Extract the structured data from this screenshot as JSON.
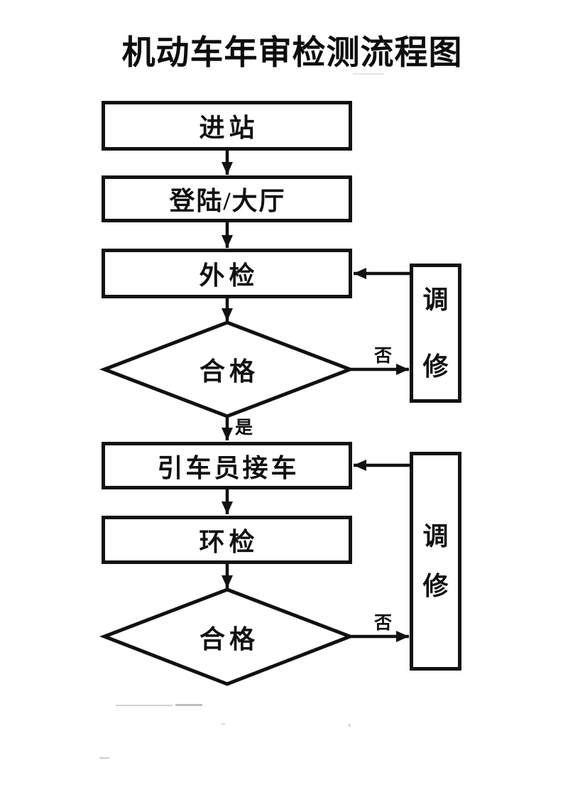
{
  "title": "机动车年审检测流程图",
  "nodes": {
    "enter_station": {
      "label": "进站",
      "type": "process"
    },
    "login_hall": {
      "label": "登陆/大厅",
      "type": "process"
    },
    "external_inspection": {
      "label": "外检",
      "type": "process"
    },
    "pass_check_1": {
      "label": "合格",
      "type": "decision"
    },
    "driver_pickup": {
      "label": "引车员接车",
      "type": "process"
    },
    "environmental_inspection": {
      "label": "环检",
      "type": "process"
    },
    "pass_check_2": {
      "label": "合格",
      "type": "decision"
    },
    "repair_top": {
      "label": "调修",
      "type": "process"
    },
    "repair_bottom": {
      "label": "调修",
      "type": "process"
    }
  },
  "edges": [
    {
      "from": "enter_station",
      "to": "login_hall",
      "label": ""
    },
    {
      "from": "login_hall",
      "to": "external_inspection",
      "label": ""
    },
    {
      "from": "external_inspection",
      "to": "pass_check_1",
      "label": ""
    },
    {
      "from": "pass_check_1",
      "to": "repair_top",
      "label": "否"
    },
    {
      "from": "repair_top",
      "to": "external_inspection",
      "label": ""
    },
    {
      "from": "pass_check_1",
      "to": "driver_pickup",
      "label": "是"
    },
    {
      "from": "driver_pickup",
      "to": "environmental_inspection",
      "label": ""
    },
    {
      "from": "environmental_inspection",
      "to": "pass_check_2",
      "label": ""
    },
    {
      "from": "pass_check_2",
      "to": "repair_bottom",
      "label": "否"
    },
    {
      "from": "repair_bottom",
      "to": "driver_pickup",
      "label": ""
    }
  ],
  "colors": {
    "line": "#111111",
    "background": "#ffffff"
  }
}
